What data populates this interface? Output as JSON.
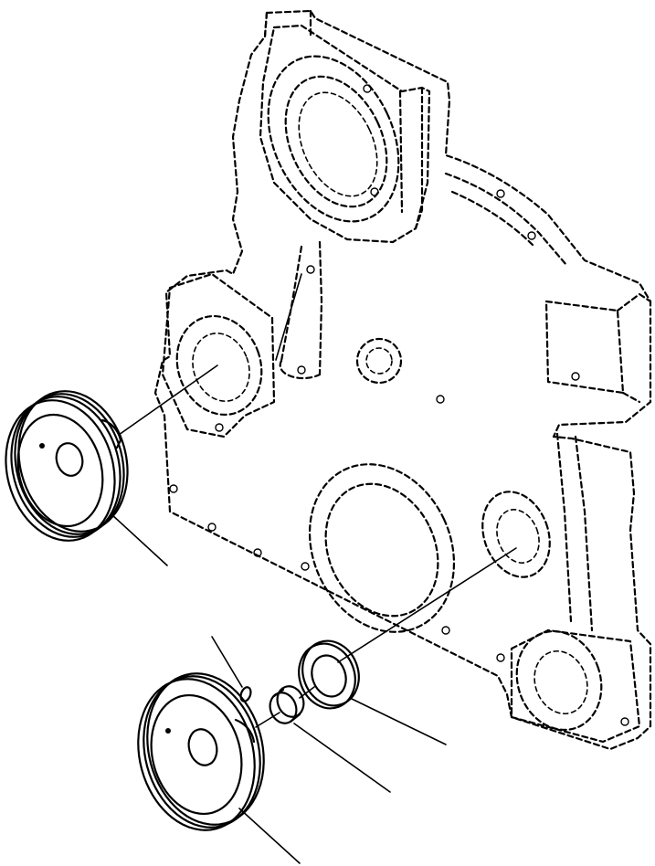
{
  "diagram": {
    "kind": "exploded-parts-view",
    "colors": {
      "line": "#000000",
      "background": "#ffffff"
    },
    "parts": [
      {
        "name": "timing-gear-cover",
        "style": "hidden-dashed"
      },
      {
        "name": "upper-pulley",
        "style": "solid"
      },
      {
        "name": "crankshaft-pulley",
        "style": "solid"
      },
      {
        "name": "oil-seal",
        "style": "solid"
      },
      {
        "name": "spacer-collar",
        "style": "solid"
      },
      {
        "name": "key",
        "style": "solid"
      }
    ]
  }
}
